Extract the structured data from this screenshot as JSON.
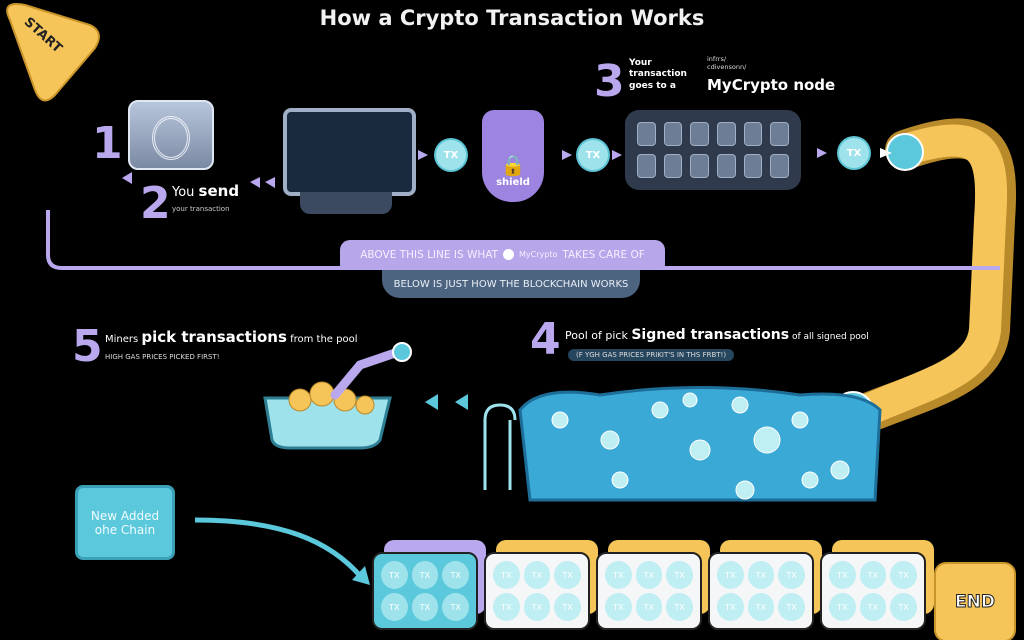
{
  "title": "How a Crypto Transaction Works",
  "start_label": "START",
  "end_label": "END",
  "steps": {
    "s1": {
      "num": "1"
    },
    "s2": {
      "num": "2",
      "line1_a": "You ",
      "line1_b": "send",
      "line2": "your transaction"
    },
    "s3": {
      "num": "3",
      "col1": "Your transaction goes to a",
      "small": "infrrs/ cdivensonn/",
      "big": "MyCrypto  node"
    },
    "s4": {
      "num": "4",
      "a": "Pool of pick ",
      "b": "Signed transactions",
      "c": " of all signed pool",
      "sub": "(F YGH GAS PRICES PRIKIT'S IN THS FRBT!)"
    },
    "s5": {
      "num": "5",
      "a": "Miners ",
      "b": "pick transactions",
      "c": "  from the pool",
      "sub": "HIGH GAS PRICES PICKED FIRST!"
    }
  },
  "shield_label": "shield",
  "tx_label": "TX",
  "banner_above_a": "ABOVE THIS LINE IS WHAT",
  "banner_brand": "MyCrypto",
  "banner_above_b": "TAKES CARE OF",
  "banner_below": "BELOW IS JUST HOW THE BLOCKCHAIN WORKS",
  "new_added": "New Added ohe Chain",
  "colors": {
    "purple": "#b9a8ee",
    "yellow": "#f6c55a",
    "cyan": "#5bc8db",
    "pool": "#3aa9d6"
  }
}
